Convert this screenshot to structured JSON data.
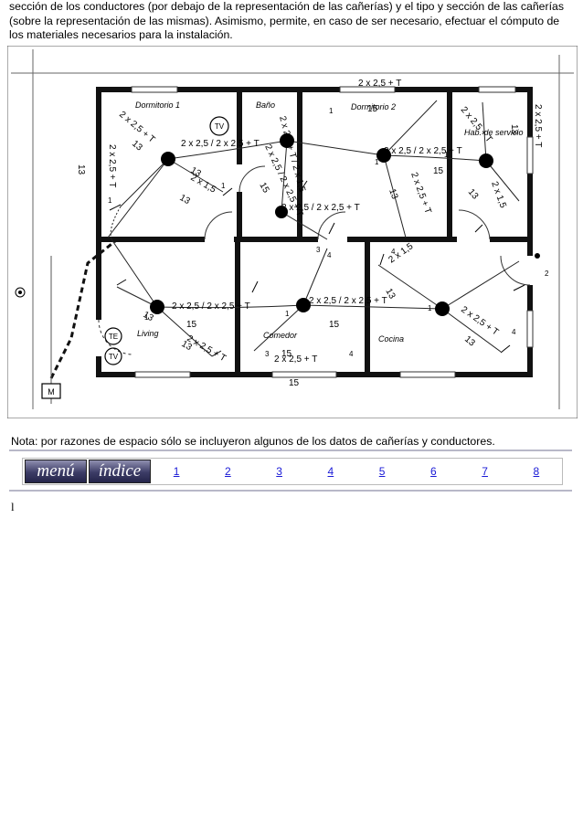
{
  "intro_text": "sección de los conductores (por debajo de la representación de las cañerías) y el tipo y sección de las cañerías (sobre la representación de las mismas). Asimismo, permite, en caso de ser necesario, efectuar el cómputo de los materiales necesarios para la instalación.",
  "plan": {
    "rooms": [
      "Dormitorio 1",
      "Baño",
      "Dormitorio 2",
      "Hab. de servicio",
      "Living",
      "Comedor",
      "Cocina"
    ],
    "symbols": {
      "tv": "TV",
      "te": "TE",
      "meter": "M"
    },
    "labels": {
      "pipe_13": "13",
      "pipe_15": "15",
      "c_2x25T": "2 x 2,5 + T",
      "c_2x25_2x25T": "2 x 2,5 / 2 x 2,5 + T",
      "c_2x15": "2 x 1,5",
      "c_2x25T_15": "2 x 2,5 + T / 2 x 1,5",
      "n1": "1",
      "n2": "2",
      "n3": "3",
      "n4": "4"
    }
  },
  "note": "Nota: por razones de espacio sólo se incluyeron algunos de los datos de cañerías y conductores.",
  "nav": {
    "menu_label": "menú",
    "index_label": "índice",
    "pages": [
      "1",
      "2",
      "3",
      "4",
      "5",
      "6",
      "7",
      "8"
    ]
  },
  "page_mark": "l"
}
